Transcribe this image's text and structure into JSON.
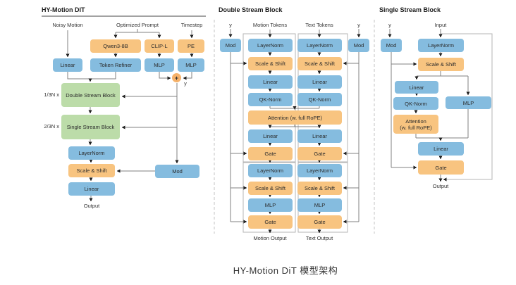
{
  "caption": "HY-Motion DiT 模型架构",
  "colors": {
    "blue": "#85bcdf",
    "orange": "#f8c480",
    "green": "#bcdca9",
    "line": "#808080"
  },
  "left": {
    "title": "HY-Motion DIT",
    "noisy_motion": "Noisy Motion",
    "optimized_prompt": "Optimized Prompt",
    "timestep": "Timestep",
    "qwen": "Qwen3-8B",
    "clip": "CLIP-L",
    "pe": "PE",
    "linear_in": "Linear",
    "token_refiner": "Token Refiner",
    "mlp_clip": "MLP",
    "mlp_pe": "MLP",
    "plus": "+",
    "y": "y",
    "double_mult": "1/3N x",
    "double_block": "Double Stream Block",
    "single_mult": "2/3N x",
    "single_block": "Single Stream Block",
    "layernorm": "LayerNorm",
    "scale_shift": "Scale & Shift",
    "linear_out": "Linear",
    "mod": "Mod",
    "output": "Output"
  },
  "double": {
    "title": "Double Stream Block",
    "y_left": "y",
    "motion_tokens": "Motion Tokens",
    "text_tokens": "Text Tokens",
    "y_right": "y",
    "mod_left": "Mod",
    "mod_right": "Mod",
    "attention": "Attention (w. full RoPE)",
    "rows": [
      {
        "label": "LayerNorm",
        "type": "blue"
      },
      {
        "label": "Scale & Shift",
        "type": "orange"
      },
      {
        "label": "Linear",
        "type": "blue"
      },
      {
        "label": "QK-Norm",
        "type": "blue"
      },
      {
        "label": "Linear",
        "type": "blue"
      },
      {
        "label": "Gate",
        "type": "orange"
      },
      {
        "label": "LayerNorm",
        "type": "blue"
      },
      {
        "label": "Scale & Shift",
        "type": "orange"
      },
      {
        "label": "MLP",
        "type": "blue"
      },
      {
        "label": "Gate",
        "type": "orange"
      }
    ],
    "motion_output": "Motion Output",
    "text_output": "Text Output"
  },
  "single": {
    "title": "Single Stream Block",
    "y": "y",
    "input": "Input",
    "mod": "Mod",
    "layernorm": "LayerNorm",
    "scale_shift": "Scale & Shift",
    "linear1": "Linear",
    "qk_norm": "QK-Norm",
    "mlp": "MLP",
    "attention_line1": "Attention",
    "attention_line2": "(w. full RoPE)",
    "linear2": "Linear",
    "gate": "Gate",
    "output": "Output"
  }
}
